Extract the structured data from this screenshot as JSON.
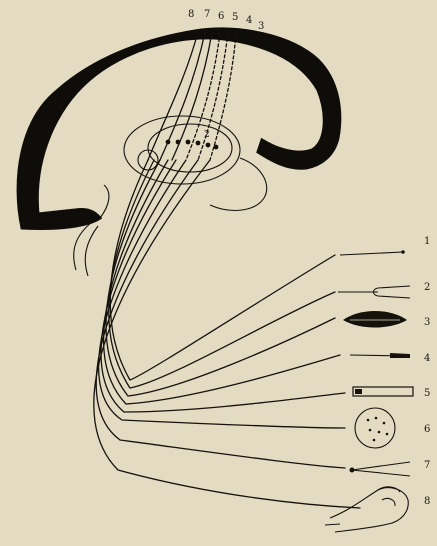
{
  "top_labels": [
    "8",
    "7",
    "6",
    "5",
    "4",
    "3"
  ],
  "thalamus_label": "2",
  "side_labels": [
    "1",
    "2",
    "3",
    "4",
    "5",
    "6",
    "7",
    "8"
  ],
  "colors": {
    "paper": "#e4dbc3",
    "ink": "#15120c"
  }
}
